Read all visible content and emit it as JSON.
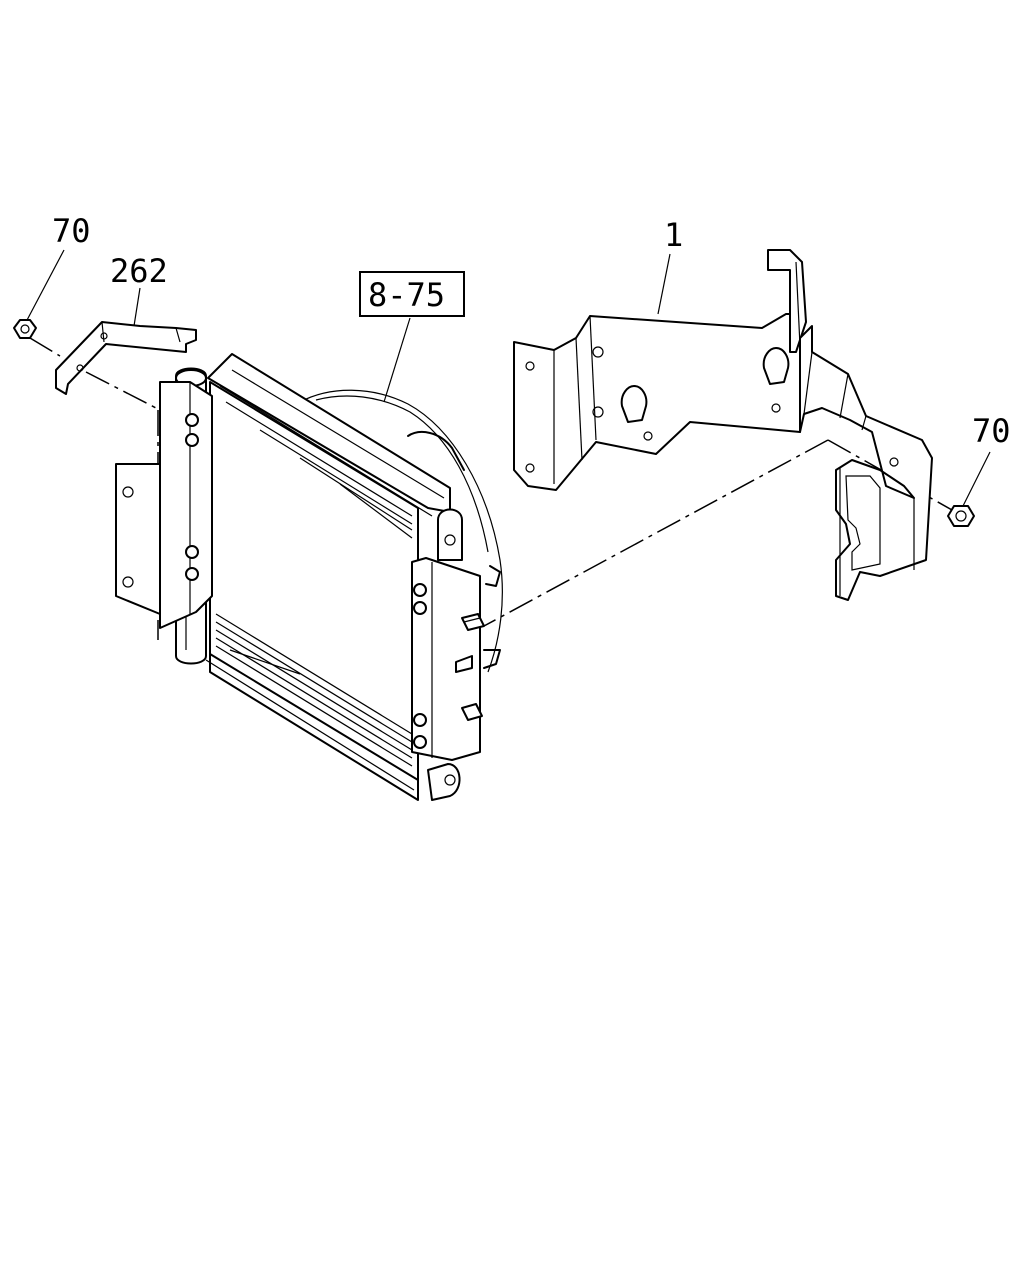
{
  "callouts": {
    "nut_left": "70",
    "bracket_small": "262",
    "reference": "8-75",
    "bracket_main": "1",
    "nut_right": "70"
  }
}
